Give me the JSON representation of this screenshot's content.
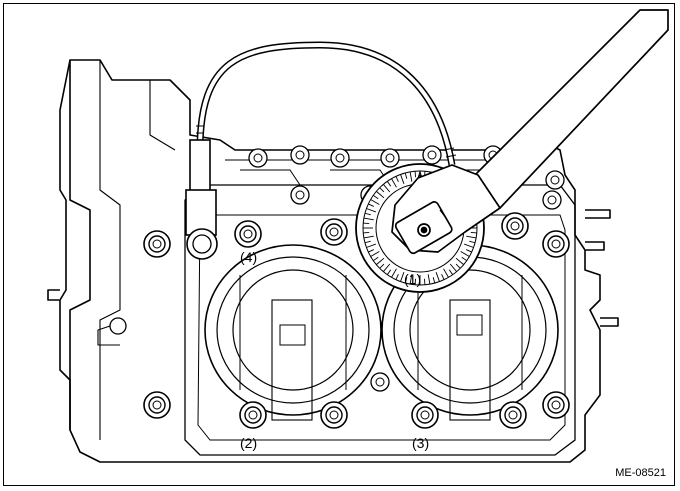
{
  "figure": {
    "id": "ME-08521",
    "callouts": [
      {
        "key": "c1",
        "text": "(1)"
      },
      {
        "key": "c2",
        "text": "(2)"
      },
      {
        "key": "c3",
        "text": "(3)"
      },
      {
        "key": "c4",
        "text": "(4)"
      }
    ]
  }
}
